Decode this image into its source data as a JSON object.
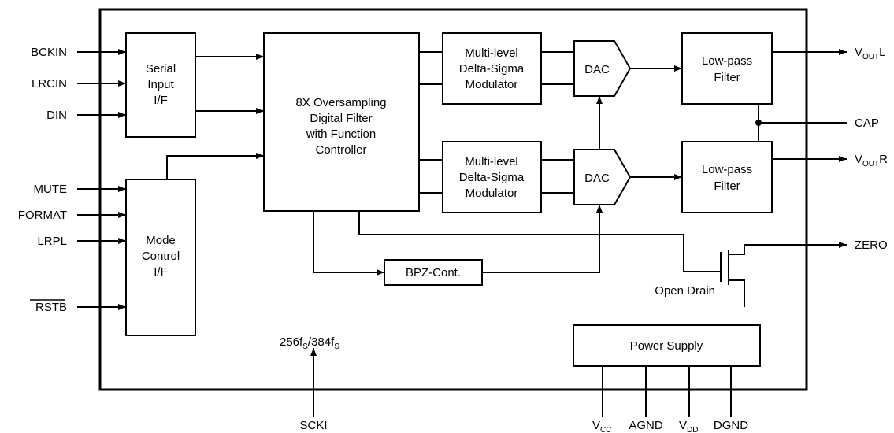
{
  "inputs": {
    "bckin": "BCKIN",
    "lrcin": "LRCIN",
    "din": "DIN",
    "mute": "MUTE",
    "format": "FORMAT",
    "lrpl": "LRPL",
    "rstb": "RSTB"
  },
  "blocks": {
    "serial_input": [
      "Serial",
      "Input",
      "I/F"
    ],
    "mode_control": [
      "Mode",
      "Control",
      "I/F"
    ],
    "oversampling_filter": [
      "8X Oversampling",
      "Digital Filter",
      "with Function",
      "Controller"
    ],
    "modulator": [
      "Multi-level",
      "Delta-Sigma",
      "Modulator"
    ],
    "dac": "DAC",
    "lowpass": [
      "Low-pass",
      "Filter"
    ],
    "bpz": "BPZ-Cont.",
    "power_supply": "Power Supply",
    "open_drain": "Open Drain"
  },
  "outputs": {
    "vout_l": {
      "main": "V",
      "sub": "OUT",
      "suffix": "L"
    },
    "vout_r": {
      "main": "V",
      "sub": "OUT",
      "suffix": "R"
    },
    "cap": "CAP",
    "zero": "ZERO"
  },
  "bottom": {
    "clock": {
      "a": "256f",
      "a_sub": "S",
      "sep": "/384f",
      "b_sub": "S"
    },
    "scki": "SCKI",
    "vcc": {
      "main": "V",
      "sub": "CC"
    },
    "agnd": "AGND",
    "vdd": {
      "main": "V",
      "sub": "DD"
    },
    "dgnd": "DGND"
  }
}
